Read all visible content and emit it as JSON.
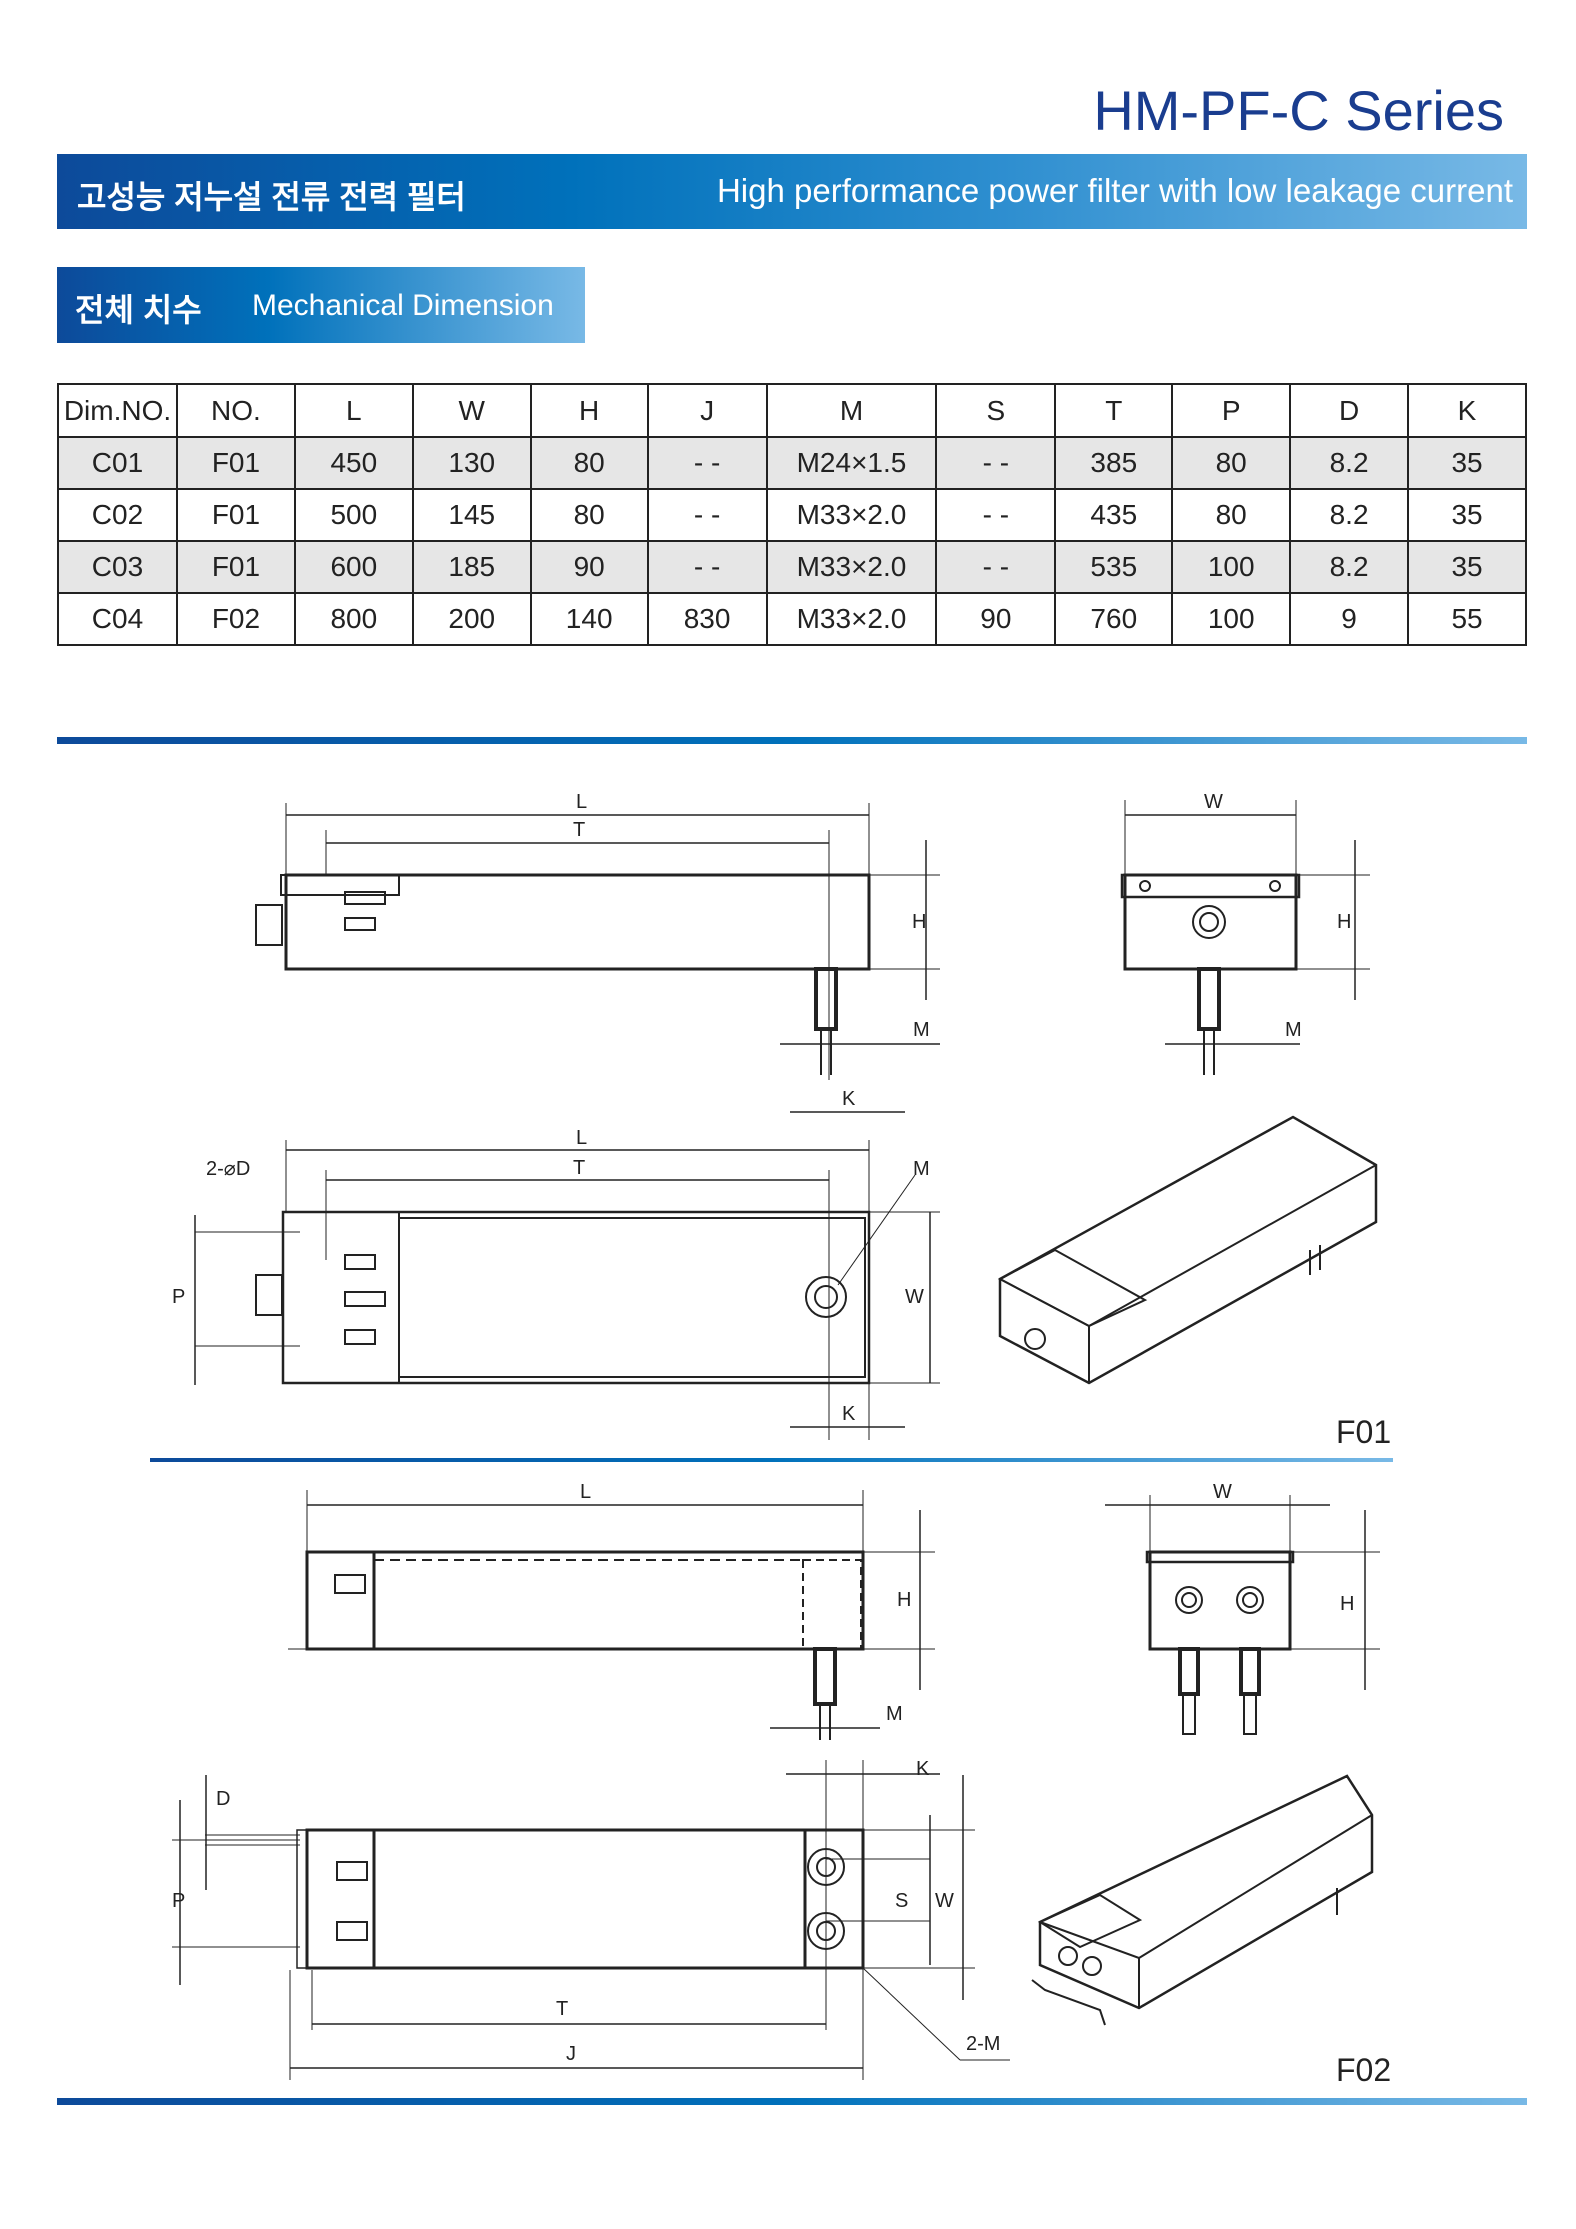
{
  "header": {
    "series_title": "HM-PF-C Series",
    "subtitle_ko": "고성능 저누설 전류 전력 필터",
    "subtitle_en": "High performance power filter with low leakage current"
  },
  "section": {
    "title_ko": "전체 치수",
    "title_en": "Mechanical Dimension"
  },
  "table": {
    "headers": [
      "Dim.NO.",
      "NO.",
      "L",
      "W",
      "H",
      "J",
      "M",
      "S",
      "T",
      "P",
      "D",
      "K"
    ],
    "rows": [
      [
        "C01",
        "F01",
        "450",
        "130",
        "80",
        "- -",
        "M24×1.5",
        "- -",
        "385",
        "80",
        "8.2",
        "35"
      ],
      [
        "C02",
        "F01",
        "500",
        "145",
        "80",
        "- -",
        "M33×2.0",
        "- -",
        "435",
        "80",
        "8.2",
        "35"
      ],
      [
        "C03",
        "F01",
        "600",
        "185",
        "90",
        "- -",
        "M33×2.0",
        "- -",
        "535",
        "100",
        "8.2",
        "35"
      ],
      [
        "C04",
        "F02",
        "800",
        "200",
        "140",
        "830",
        "M33×2.0",
        "90",
        "760",
        "100",
        "9",
        "55"
      ]
    ]
  },
  "drawings": {
    "f01": {
      "name": "F01",
      "L": "L",
      "T": "T",
      "H": "H",
      "M": "M",
      "K": "K",
      "W": "W",
      "D": "2-⌀D",
      "P": "P"
    },
    "f02": {
      "name": "F02",
      "L": "L",
      "T": "T",
      "J": "J",
      "H": "H",
      "M": "M",
      "K": "K",
      "W": "W",
      "S": "S",
      "D": "D",
      "P": "P",
      "M2": "2-M"
    }
  },
  "colors": {
    "brand": "#1a3d8f",
    "band_start": "#0d4a9a",
    "band_end": "#78b9e6"
  }
}
